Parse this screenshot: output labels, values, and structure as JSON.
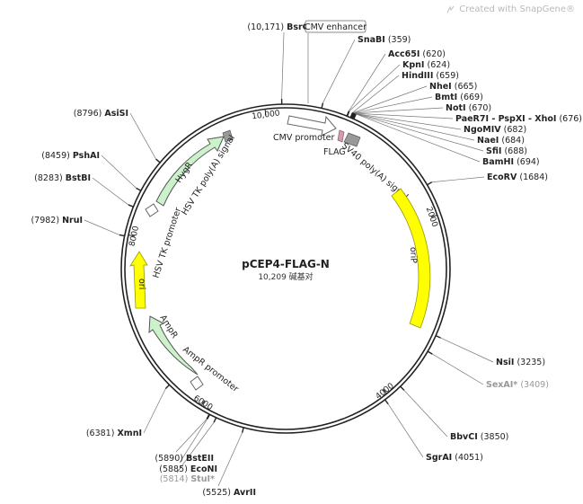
{
  "watermark": "Created with SnapGene®",
  "plasmid": {
    "name": "pCEP4-FLAG-N",
    "size_label": "10,209 碱基对",
    "length": 10209
  },
  "ticks": [
    {
      "pos": 2000,
      "label": "2000"
    },
    {
      "pos": 4000,
      "label": "4000"
    },
    {
      "pos": 6000,
      "label": "6000"
    },
    {
      "pos": 8000,
      "label": "8000"
    },
    {
      "pos": 10000,
      "label": "10,000"
    }
  ],
  "sites": [
    {
      "pos": 10171,
      "name": "BsrGI",
      "coord": "(10,171)",
      "side": "left",
      "faded": false
    },
    {
      "pos": 359,
      "name": "SnaBI",
      "coord": "(359)",
      "side": "right",
      "faded": false
    },
    {
      "pos": 620,
      "name": "Acc65I",
      "coord": "(620)",
      "side": "right",
      "faded": false
    },
    {
      "pos": 624,
      "name": "KpnI",
      "coord": "(624)",
      "side": "right",
      "faded": false
    },
    {
      "pos": 659,
      "name": "HindIII",
      "coord": "(659)",
      "side": "right",
      "faded": false
    },
    {
      "pos": 665,
      "name": "NheI",
      "coord": "(665)",
      "side": "right",
      "faded": false
    },
    {
      "pos": 669,
      "name": "BmtI",
      "coord": "(669)",
      "side": "right",
      "faded": false
    },
    {
      "pos": 670,
      "name": "NotI",
      "coord": "(670)",
      "side": "right",
      "faded": false
    },
    {
      "pos": 676,
      "name": "PaeR7I - PspXI - XhoI",
      "coord": "(676)",
      "side": "right",
      "faded": false
    },
    {
      "pos": 682,
      "name": "NgoMIV",
      "coord": "(682)",
      "side": "right",
      "faded": false
    },
    {
      "pos": 684,
      "name": "NaeI",
      "coord": "(684)",
      "side": "right",
      "faded": false
    },
    {
      "pos": 688,
      "name": "SfiI",
      "coord": "(688)",
      "side": "right",
      "faded": false
    },
    {
      "pos": 694,
      "name": "BamHI",
      "coord": "(694)",
      "side": "right",
      "faded": false
    },
    {
      "pos": 1684,
      "name": "EcoRV",
      "coord": "(1684)",
      "side": "right",
      "faded": false
    },
    {
      "pos": 3235,
      "name": "NsiI",
      "coord": "(3235)",
      "side": "right",
      "faded": false
    },
    {
      "pos": 3409,
      "name": "SexAI*",
      "coord": "(3409)",
      "side": "right",
      "faded": true
    },
    {
      "pos": 3850,
      "name": "BbvCI",
      "coord": "(3850)",
      "side": "right",
      "faded": false
    },
    {
      "pos": 4051,
      "name": "SgrAI",
      "coord": "(4051)",
      "side": "right",
      "faded": false
    },
    {
      "pos": 5525,
      "name": "AvrII",
      "coord": "(5525)",
      "side": "left",
      "faded": false
    },
    {
      "pos": 5814,
      "name": "StuI*",
      "coord": "(5814)",
      "side": "left",
      "faded": true
    },
    {
      "pos": 5885,
      "name": "EcoNI",
      "coord": "(5885)",
      "side": "left",
      "faded": false
    },
    {
      "pos": 5890,
      "name": "BstEII",
      "coord": "(5890)",
      "side": "left",
      "faded": false
    },
    {
      "pos": 6381,
      "name": "XmnI",
      "coord": "(6381)",
      "side": "left",
      "faded": false
    },
    {
      "pos": 7982,
      "name": "NruI",
      "coord": "(7982)",
      "side": "left",
      "faded": false
    },
    {
      "pos": 8283,
      "name": "BstBI",
      "coord": "(8283)",
      "side": "left",
      "faded": false
    },
    {
      "pos": 8459,
      "name": "PshAI",
      "coord": "(8459)",
      "side": "left",
      "faded": false
    },
    {
      "pos": 8796,
      "name": "AsiSI",
      "coord": "(8796)",
      "side": "left",
      "faded": false
    }
  ],
  "features": [
    {
      "name": "CMV enhancer",
      "kind": "boxed-label"
    },
    {
      "name": "CMV promoter",
      "kind": "promoter",
      "color": "#ffffff",
      "stroke": "#666666"
    },
    {
      "name": "FLAG",
      "kind": "tag",
      "color": "#d49ab0"
    },
    {
      "name": "SV40 poly(A) signal",
      "kind": "terminator",
      "color": "#999999"
    },
    {
      "name": "oriP",
      "kind": "origin",
      "color": "#ffff00"
    },
    {
      "name": "AmpR promoter",
      "kind": "promoter",
      "color": "#ffffff",
      "stroke": "#666666"
    },
    {
      "name": "AmpR",
      "kind": "gene",
      "color": "#ccf2cc"
    },
    {
      "name": "ori",
      "kind": "origin",
      "color": "#ffff00"
    },
    {
      "name": "HSV TK promoter",
      "kind": "promoter",
      "color": "#ffffff",
      "stroke": "#666666"
    },
    {
      "name": "HygR",
      "kind": "gene",
      "color": "#ccf2cc"
    },
    {
      "name": "HSV TK poly(A) signal",
      "kind": "terminator",
      "color": "#999999"
    }
  ]
}
